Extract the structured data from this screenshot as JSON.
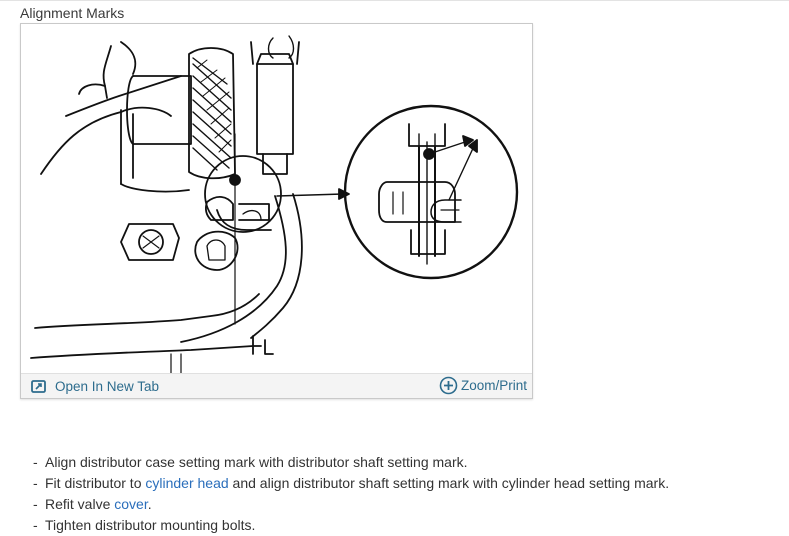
{
  "section": {
    "title": "Alignment Marks"
  },
  "figure": {
    "image_alt": "Distributor alignment marks diagram",
    "open_tab_label": "Open In New Tab",
    "zoom_label": "Zoom/Print",
    "icons": {
      "open_tab": "open-in-new-tab-icon",
      "zoom": "zoom-plus-icon"
    }
  },
  "steps": [
    {
      "dash": "-",
      "before": "Align distributor case setting mark with distributor shaft setting mark.",
      "link": "",
      "after": ""
    },
    {
      "dash": "-",
      "before": "Fit distributor to ",
      "link": "cylinder head",
      "after": " and align distributor shaft setting mark with cylinder head setting mark."
    },
    {
      "dash": "-",
      "before": "Refit valve ",
      "link": "cover",
      "after": "."
    },
    {
      "dash": "-",
      "before": "Tighten distributor mounting bolts.",
      "link": "",
      "after": ""
    }
  ],
  "colors": {
    "link": "#2a6ebb",
    "footer_link": "#2d6c8d",
    "text": "#333333",
    "border": "#c9c9c9"
  }
}
